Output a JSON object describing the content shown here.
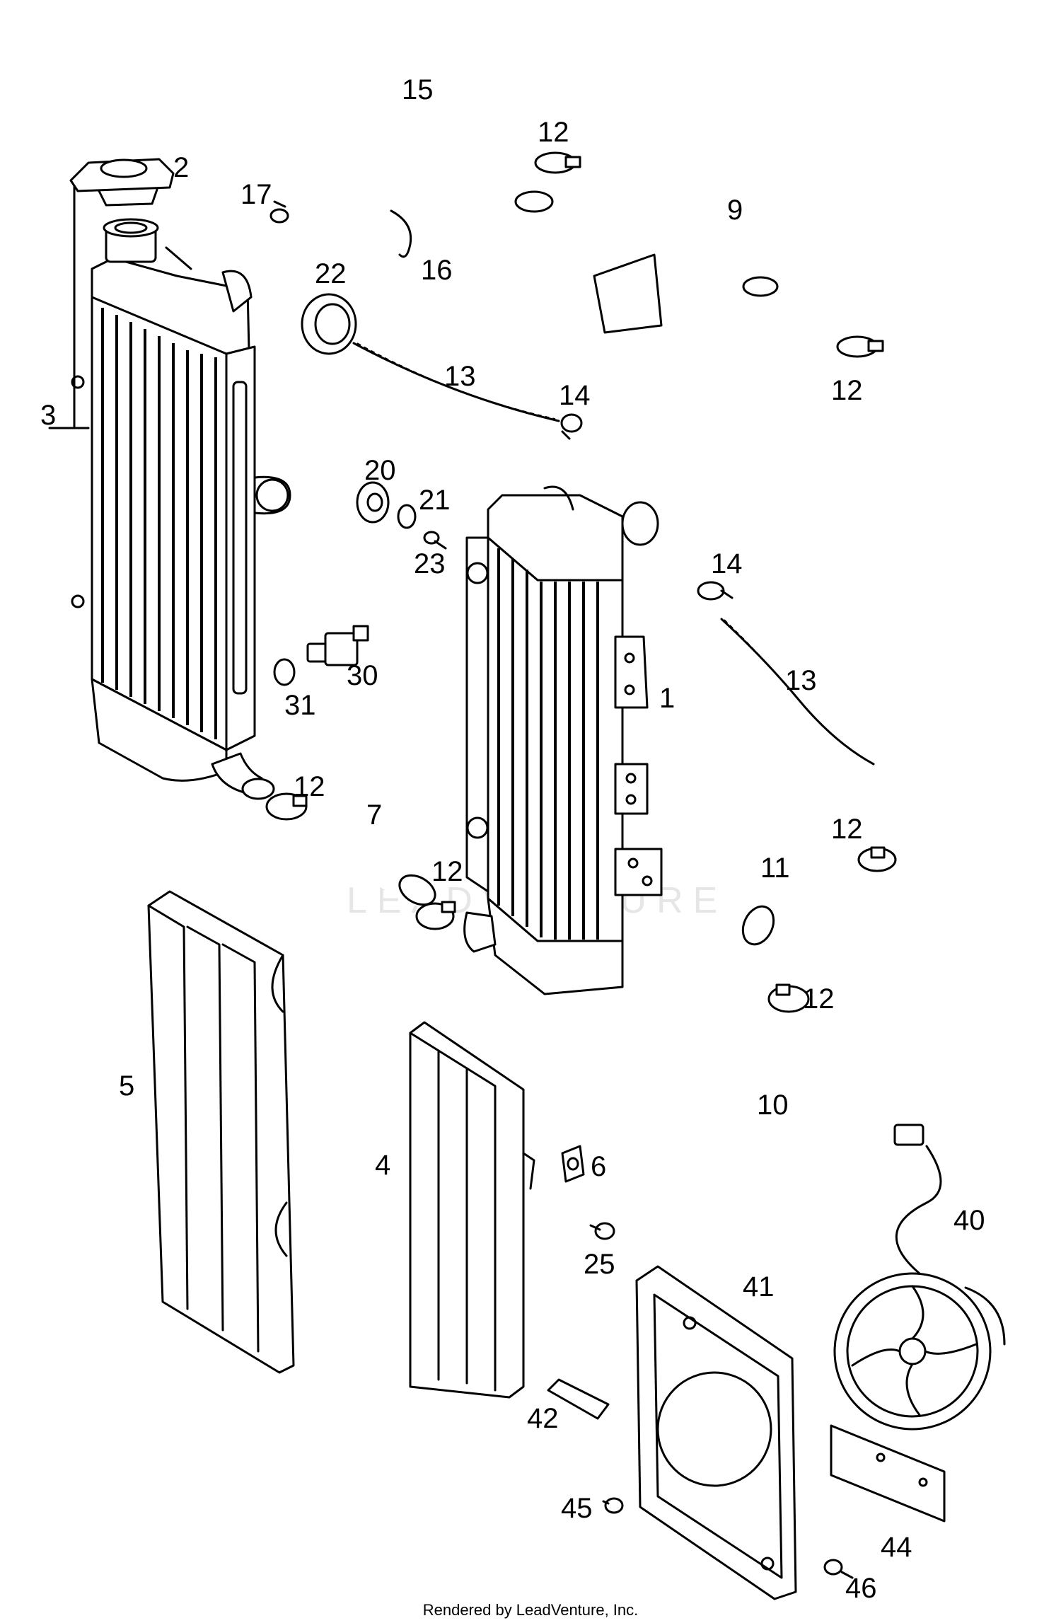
{
  "labels": {
    "l1": "1",
    "l2": "2",
    "l3": "3",
    "l4": "4",
    "l5": "5",
    "l6": "6",
    "l7": "7",
    "l9": "9",
    "l10": "10",
    "l11": "11",
    "l12a": "12",
    "l12b": "12",
    "l12c": "12",
    "l12d": "12",
    "l12e": "12",
    "l12f": "12",
    "l13a": "13",
    "l13b": "13",
    "l14a": "14",
    "l14b": "14",
    "l15": "15",
    "l16": "16",
    "l17": "17",
    "l20": "20",
    "l21": "21",
    "l22": "22",
    "l23": "23",
    "l25": "25",
    "l30": "30",
    "l31": "31",
    "l40": "40",
    "l41": "41",
    "l42": "42",
    "l44": "44",
    "l45": "45",
    "l46": "46"
  },
  "watermark": "LEADVENTURE",
  "footer": "Rendered by LeadVenture, Inc."
}
